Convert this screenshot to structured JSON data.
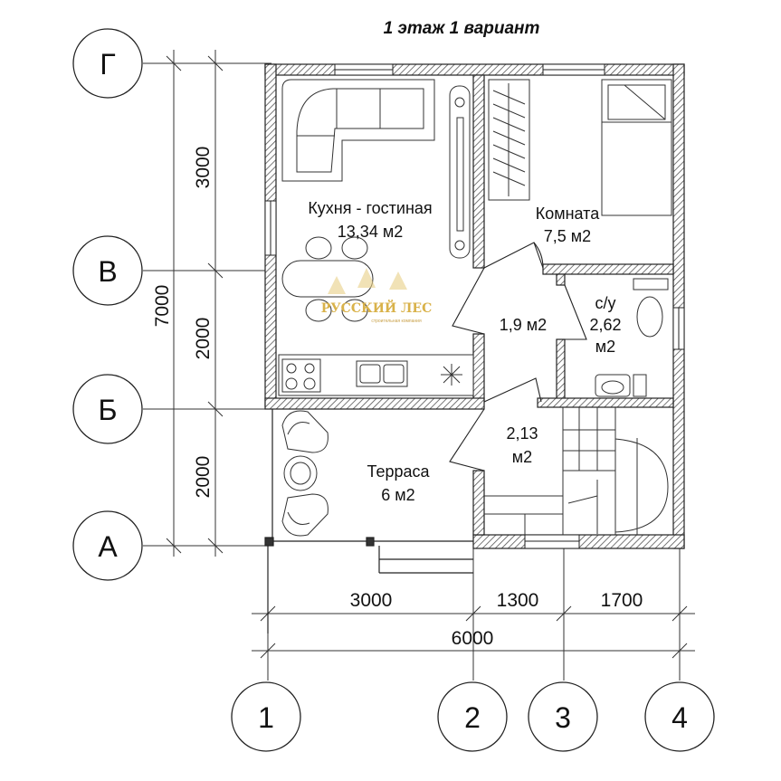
{
  "title": "1 этаж 1 вариант",
  "axes": {
    "rows": [
      "Г",
      "В",
      "Б",
      "А"
    ],
    "columns": [
      "1",
      "2",
      "3",
      "4"
    ]
  },
  "dimensions": {
    "vertical": [
      "3000",
      "2000",
      "2000"
    ],
    "vertical_total": "7000",
    "horizontal": [
      "3000",
      "1300",
      "1700"
    ],
    "horizontal_total": "6000"
  },
  "rooms": {
    "kitchen_living": {
      "name": "Кухня - гостиная",
      "area": "13,34 м2"
    },
    "bedroom": {
      "name": "Комната",
      "area": "7,5 м2"
    },
    "hall": {
      "area": "1,9 м2"
    },
    "bathroom": {
      "name": "с/у",
      "area_line1": "2,62",
      "area_line2": "м2"
    },
    "entry": {
      "area_line1": "2,13",
      "area_line2": "м2"
    },
    "terrace": {
      "name": "Терраса",
      "area": "6 м2"
    }
  },
  "logo": {
    "brand": "РУССКИЙ ЛЕС",
    "tagline": "строительная компания"
  }
}
